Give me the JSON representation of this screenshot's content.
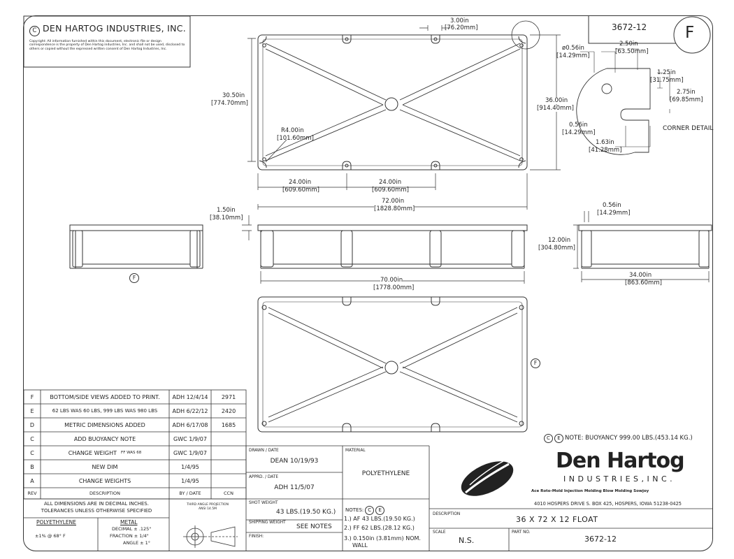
{
  "company": {
    "name": "DEN HARTOG INDUSTRIES, INC.",
    "copyright_symbol": "C",
    "copyright_text": "Copyright: All information furnished within this document, electronic file or design correspondence is the property of Den Hartog industries, Inc. and shall not be used, disclosed to others or copied without the expressed written consent of Den Hartog Industries, Inc."
  },
  "header": {
    "part_number": "3672-12",
    "revision": "F"
  },
  "dimensions": {
    "top_3in": "3.00in",
    "top_3mm": "[76.20mm]",
    "d30_50": "30.50in",
    "d30_50mm": "[774.70mm]",
    "d36": "36.00in",
    "d36mm": "[914.40mm]",
    "r4": "R4.00in",
    "r4mm": "[101.60mm]",
    "d24a": "24.00in",
    "d24amm": "[609.60mm]",
    "d24b": "24.00in",
    "d24bmm": "[609.60mm]",
    "d72": "72.00in",
    "d72mm": "[1828.80mm]",
    "d1_50": "1.50in",
    "d1_50mm": "[38.10mm]",
    "d70": "70.00in",
    "d70mm": "[1778.00mm]",
    "d0_56s": "0.56in",
    "d0_56smm": "[14.29mm]",
    "d12": "12.00in",
    "d12mm": "[304.80mm]",
    "d34": "34.00in",
    "d34mm": "[863.60mm]"
  },
  "corner_detail": {
    "title": "CORNER DETAIL",
    "dia": "ø0.56in",
    "dia_mm": "[14.29mm]",
    "d2_50": "2.50in",
    "d2_50mm": "[63.50mm]",
    "d1_25": "1.25in",
    "d1_25mm": "[31.75mm]",
    "d2_75": "2.75in",
    "d2_75mm": "[69.85mm]",
    "d0_56": "0.56in",
    "d0_56mm": "[14.29mm]",
    "d1_63": "1.63in",
    "d1_63mm": "[41.28mm]"
  },
  "view_markers": [
    "F",
    "F"
  ],
  "buoyancy_note": {
    "markers": [
      "C",
      "E"
    ],
    "text": "NOTE: BUOYANCY 999.00 LBS.(453.14 KG.)"
  },
  "revisions": [
    {
      "rev": "F",
      "desc": "BOTTOM/SIDE VIEWS ADDED TO PRINT.",
      "by": "ADH 12/4/14",
      "ccn": "2971"
    },
    {
      "rev": "E",
      "desc": "62 LBS WAS 60 LBS, 999 LBS WAS 980 LBS",
      "by": "ADH 6/22/12",
      "ccn": "2420"
    },
    {
      "rev": "D",
      "desc": "METRIC DIMENSIONS ADDED",
      "by": "ADH 6/17/08",
      "ccn": "1685"
    },
    {
      "rev": "C",
      "desc": "ADD BUOYANCY NOTE",
      "by": "GWC 1/9/07",
      "ccn": ""
    },
    {
      "rev": "C",
      "desc": "CHANGE WEIGHT",
      "desc_note": "FF WAS 68",
      "by": "GWC 1/9/07",
      "ccn": ""
    },
    {
      "rev": "B",
      "desc": "NEW DIM",
      "by": "1/4/95",
      "ccn": ""
    },
    {
      "rev": "A",
      "desc": "CHANGE WEIGHTS",
      "by": "1/4/95",
      "ccn": ""
    }
  ],
  "rev_header": {
    "rev": "REV",
    "desc": "DESCRIPTION",
    "by": "BY / DATE",
    "ccn": "CCN"
  },
  "tolerances": {
    "line1": "ALL DIMENSIONS ARE IN DECIMAL INCHES.",
    "line2": "TOLERANCES UNLESS OTHERWISE SPECIFIED",
    "poly_label": "POLYETHYLENE",
    "poly_value": "±1% @ 68° F",
    "metal_label": "METAL",
    "metal_1": "DECIMAL ± .125\"",
    "metal_2": "FRACTION ± 1/4\"",
    "metal_3": "ANGLE ± 1°"
  },
  "projection": {
    "line1": "THIRD ANGLE PROJECTION",
    "line2": "ANSI 14.5M"
  },
  "drawn": {
    "label": "DRAWN / DATE",
    "value": "DEAN 10/19/93"
  },
  "approved": {
    "label": "APPRD. / DATE",
    "value": "ADH 11/5/07"
  },
  "shot_weight": {
    "label": "SHOT WEIGHT",
    "value": "43 LBS.(19.50 KG.)"
  },
  "shipping_weight": {
    "label": "SHIPPING WEIGHT",
    "value": "SEE NOTES"
  },
  "finish": {
    "label": "FINISH:"
  },
  "material": {
    "label": "MATERIAL",
    "value": "POLYETHYLENE"
  },
  "notes": {
    "label": "NOTES:",
    "markers": [
      "C",
      "E"
    ],
    "n1": "1.) AF 43 LBS.(19.50 KG.)",
    "n2": "2.) FF 62 LBS.(28.12 KG.)",
    "n3": "3.) 0.150in (3.81mm) NOM.",
    "n3b": "WALL"
  },
  "brand": {
    "name": "Den Hartog",
    "sub": "INDUSTRIES,INC.",
    "services": "Ace Roto-Mold   Injection Molding   Blow Molding   Sowjoy",
    "address": "4010 HOSPERS DRIVE S.  BOX 425, HOSPERS, IOWA 51238-0425"
  },
  "description": {
    "label": "DESCRIPTION",
    "value": "36 X 72 X 12 FLOAT"
  },
  "scale": {
    "label": "SCALE",
    "value": "N.S."
  },
  "part_no": {
    "label": "PART NO.",
    "value": "3672-12"
  }
}
